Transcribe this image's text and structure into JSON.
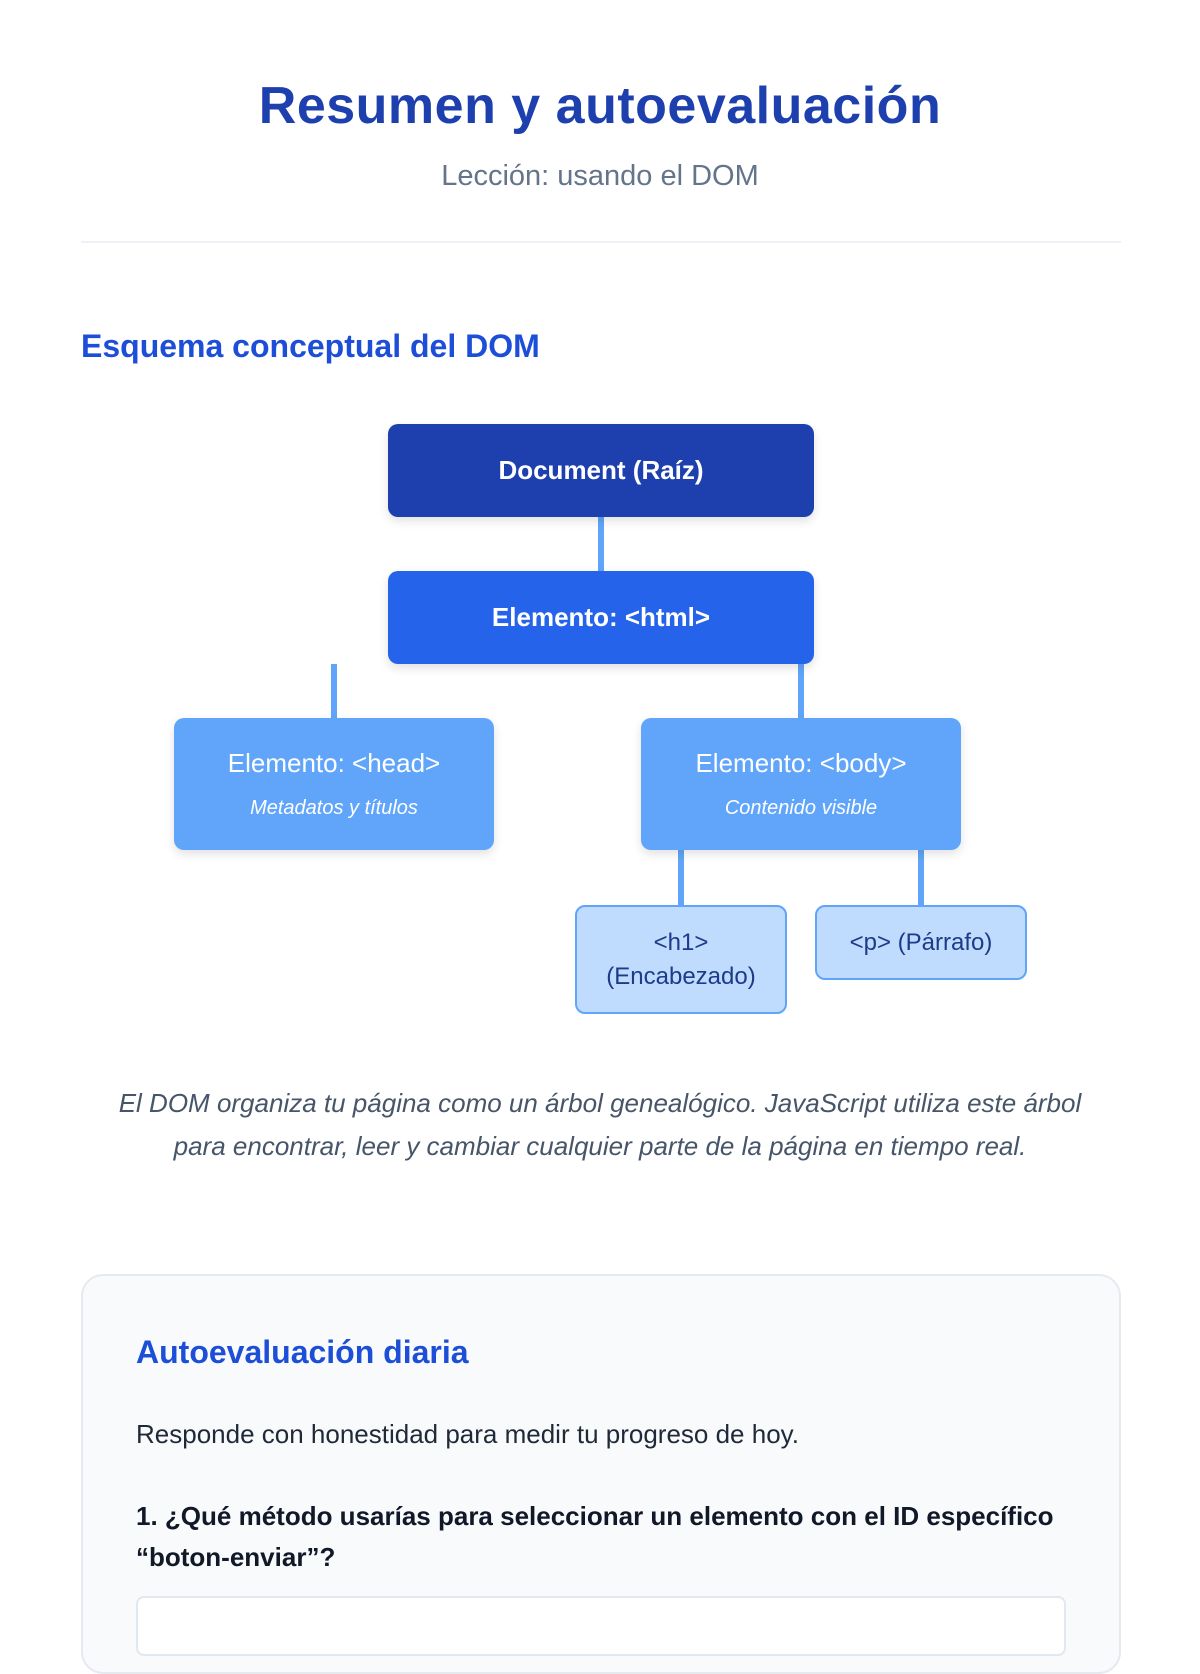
{
  "header": {
    "title": "Resumen y autoevaluación",
    "subtitle": "Lección: usando el DOM"
  },
  "schema": {
    "heading": "Esquema conceptual del DOM",
    "nodes": {
      "document": "Document (Raíz)",
      "html": "Elemento: <html>",
      "head": {
        "label": "Elemento: <head>",
        "desc": "Metadatos y títulos"
      },
      "body": {
        "label": "Elemento: <body>",
        "desc": "Contenido visible"
      },
      "h1": {
        "line1": "<h1>",
        "line2": "(Encabezado)"
      },
      "p": "<p> (Párrafo)"
    },
    "caption": "El DOM organiza tu página como un árbol genealógico. JavaScript utiliza este árbol para encontrar, leer y cambiar cualquier parte de la página en tiempo real."
  },
  "quiz": {
    "heading": "Autoevaluación diaria",
    "intro": "Responde con honestidad para medir tu progreso de hoy.",
    "q1": "1. ¿Qué método usarías para seleccionar un elemento con el ID específico “boton-enviar”?"
  }
}
